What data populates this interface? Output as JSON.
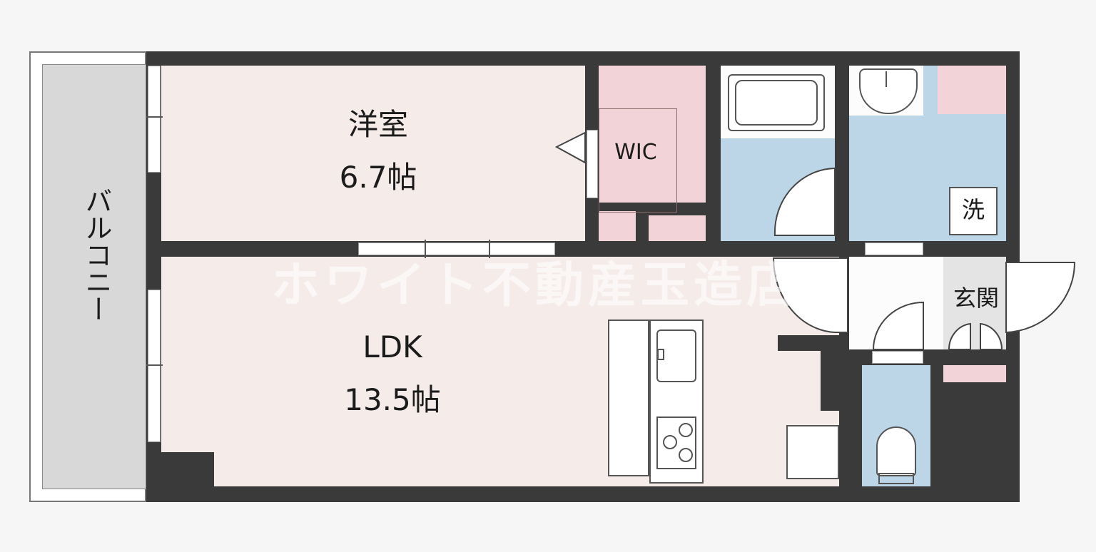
{
  "rooms": {
    "western": {
      "name": "洋室",
      "size": "6.7帖"
    },
    "ldk": {
      "name": "LDK",
      "size": "13.5帖"
    },
    "wic": {
      "name": "WIC"
    },
    "balcony": {
      "name": "バルコニー"
    },
    "entrance": {
      "name": "玄関"
    },
    "washer": {
      "name": "洗"
    }
  },
  "watermark": "ホワイト不動産玉造店",
  "colors": {
    "wall": "#3a3a3a",
    "living": "#f5ebe8",
    "storage": "#f2d3d7",
    "wet_area": "#bcd6e8",
    "balcony": "#d8d8d8"
  }
}
